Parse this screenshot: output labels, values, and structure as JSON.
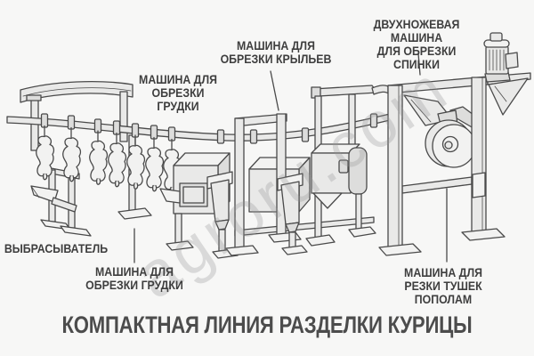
{
  "diagram_title": "КОМПАКТНАЯ ЛИНИЯ РАЗДЕЛКИ КУРИЦЫ",
  "watermark": "agroru.com",
  "labels": {
    "breast_trim_top": "МАШИНА ДЛЯ\nОБРЕЗКИ\nГРУДКИ",
    "wing_trim": "МАШИНА ДЛЯ\nОБРЕЗКИ КРЫЛЬЕВ",
    "back_trim": "ДВУХНОЖЕВАЯ МАШИНА\nДЛЯ ОБРЕЗКИ СПИНКИ",
    "ejector": "ВЫБРАСЫВАТЕЛЬ",
    "breast_trim_bottom": "МАШИНА ДЛЯ\nОБРЕЗКИ ГРУДКИ",
    "halving": "МАШИНА ДЛЯ\nРЕЗКИ ТУШЕК\nПОПОЛАМ"
  },
  "colors": {
    "background": "#f7f7f6",
    "ink": "#4a4a4a",
    "label_text": "#3e3e3e",
    "title_text": "#4c4c4c",
    "fill_light": "#f2f2f1",
    "fill_mid": "#e9e9e8",
    "fill_dark": "#dddddc",
    "watermark": "#949494"
  }
}
